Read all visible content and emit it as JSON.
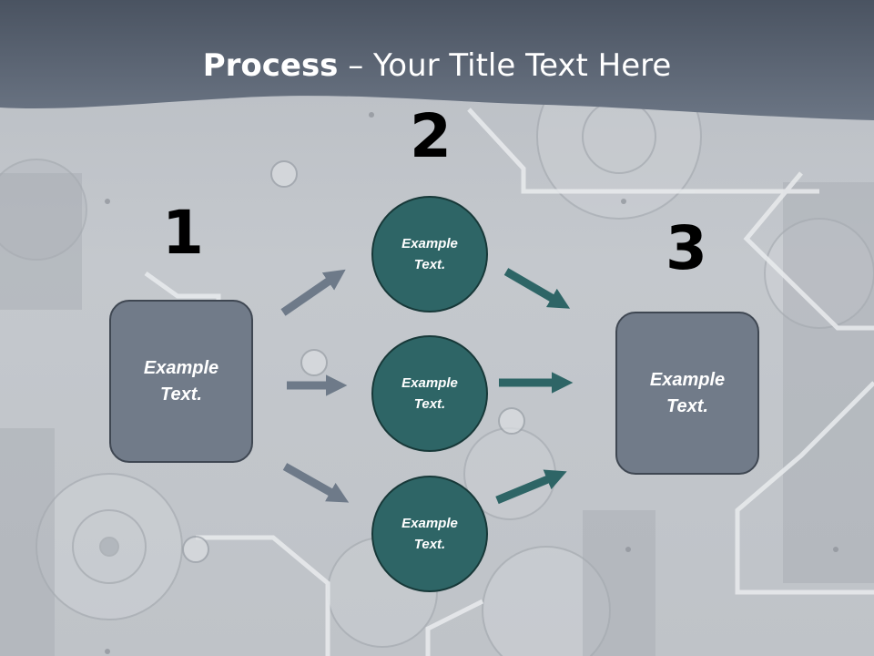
{
  "title": {
    "bold": "Process",
    "rest": " – Your Title Text Here"
  },
  "steps": [
    {
      "number": "1",
      "text": "Example Text."
    },
    {
      "number": "2",
      "text": "Example Text."
    },
    {
      "number": "3",
      "text": "Example Text."
    }
  ],
  "nodes": [
    {
      "text": "Example Text."
    },
    {
      "text": "Example Text."
    },
    {
      "text": "Example Text."
    }
  ],
  "colors": {
    "header": "#5b6675",
    "box_fill": "#717b89",
    "circle_fill": "#2e6566",
    "gray_arrow": "#6e7a89",
    "teal_arrow": "#2e6566"
  }
}
